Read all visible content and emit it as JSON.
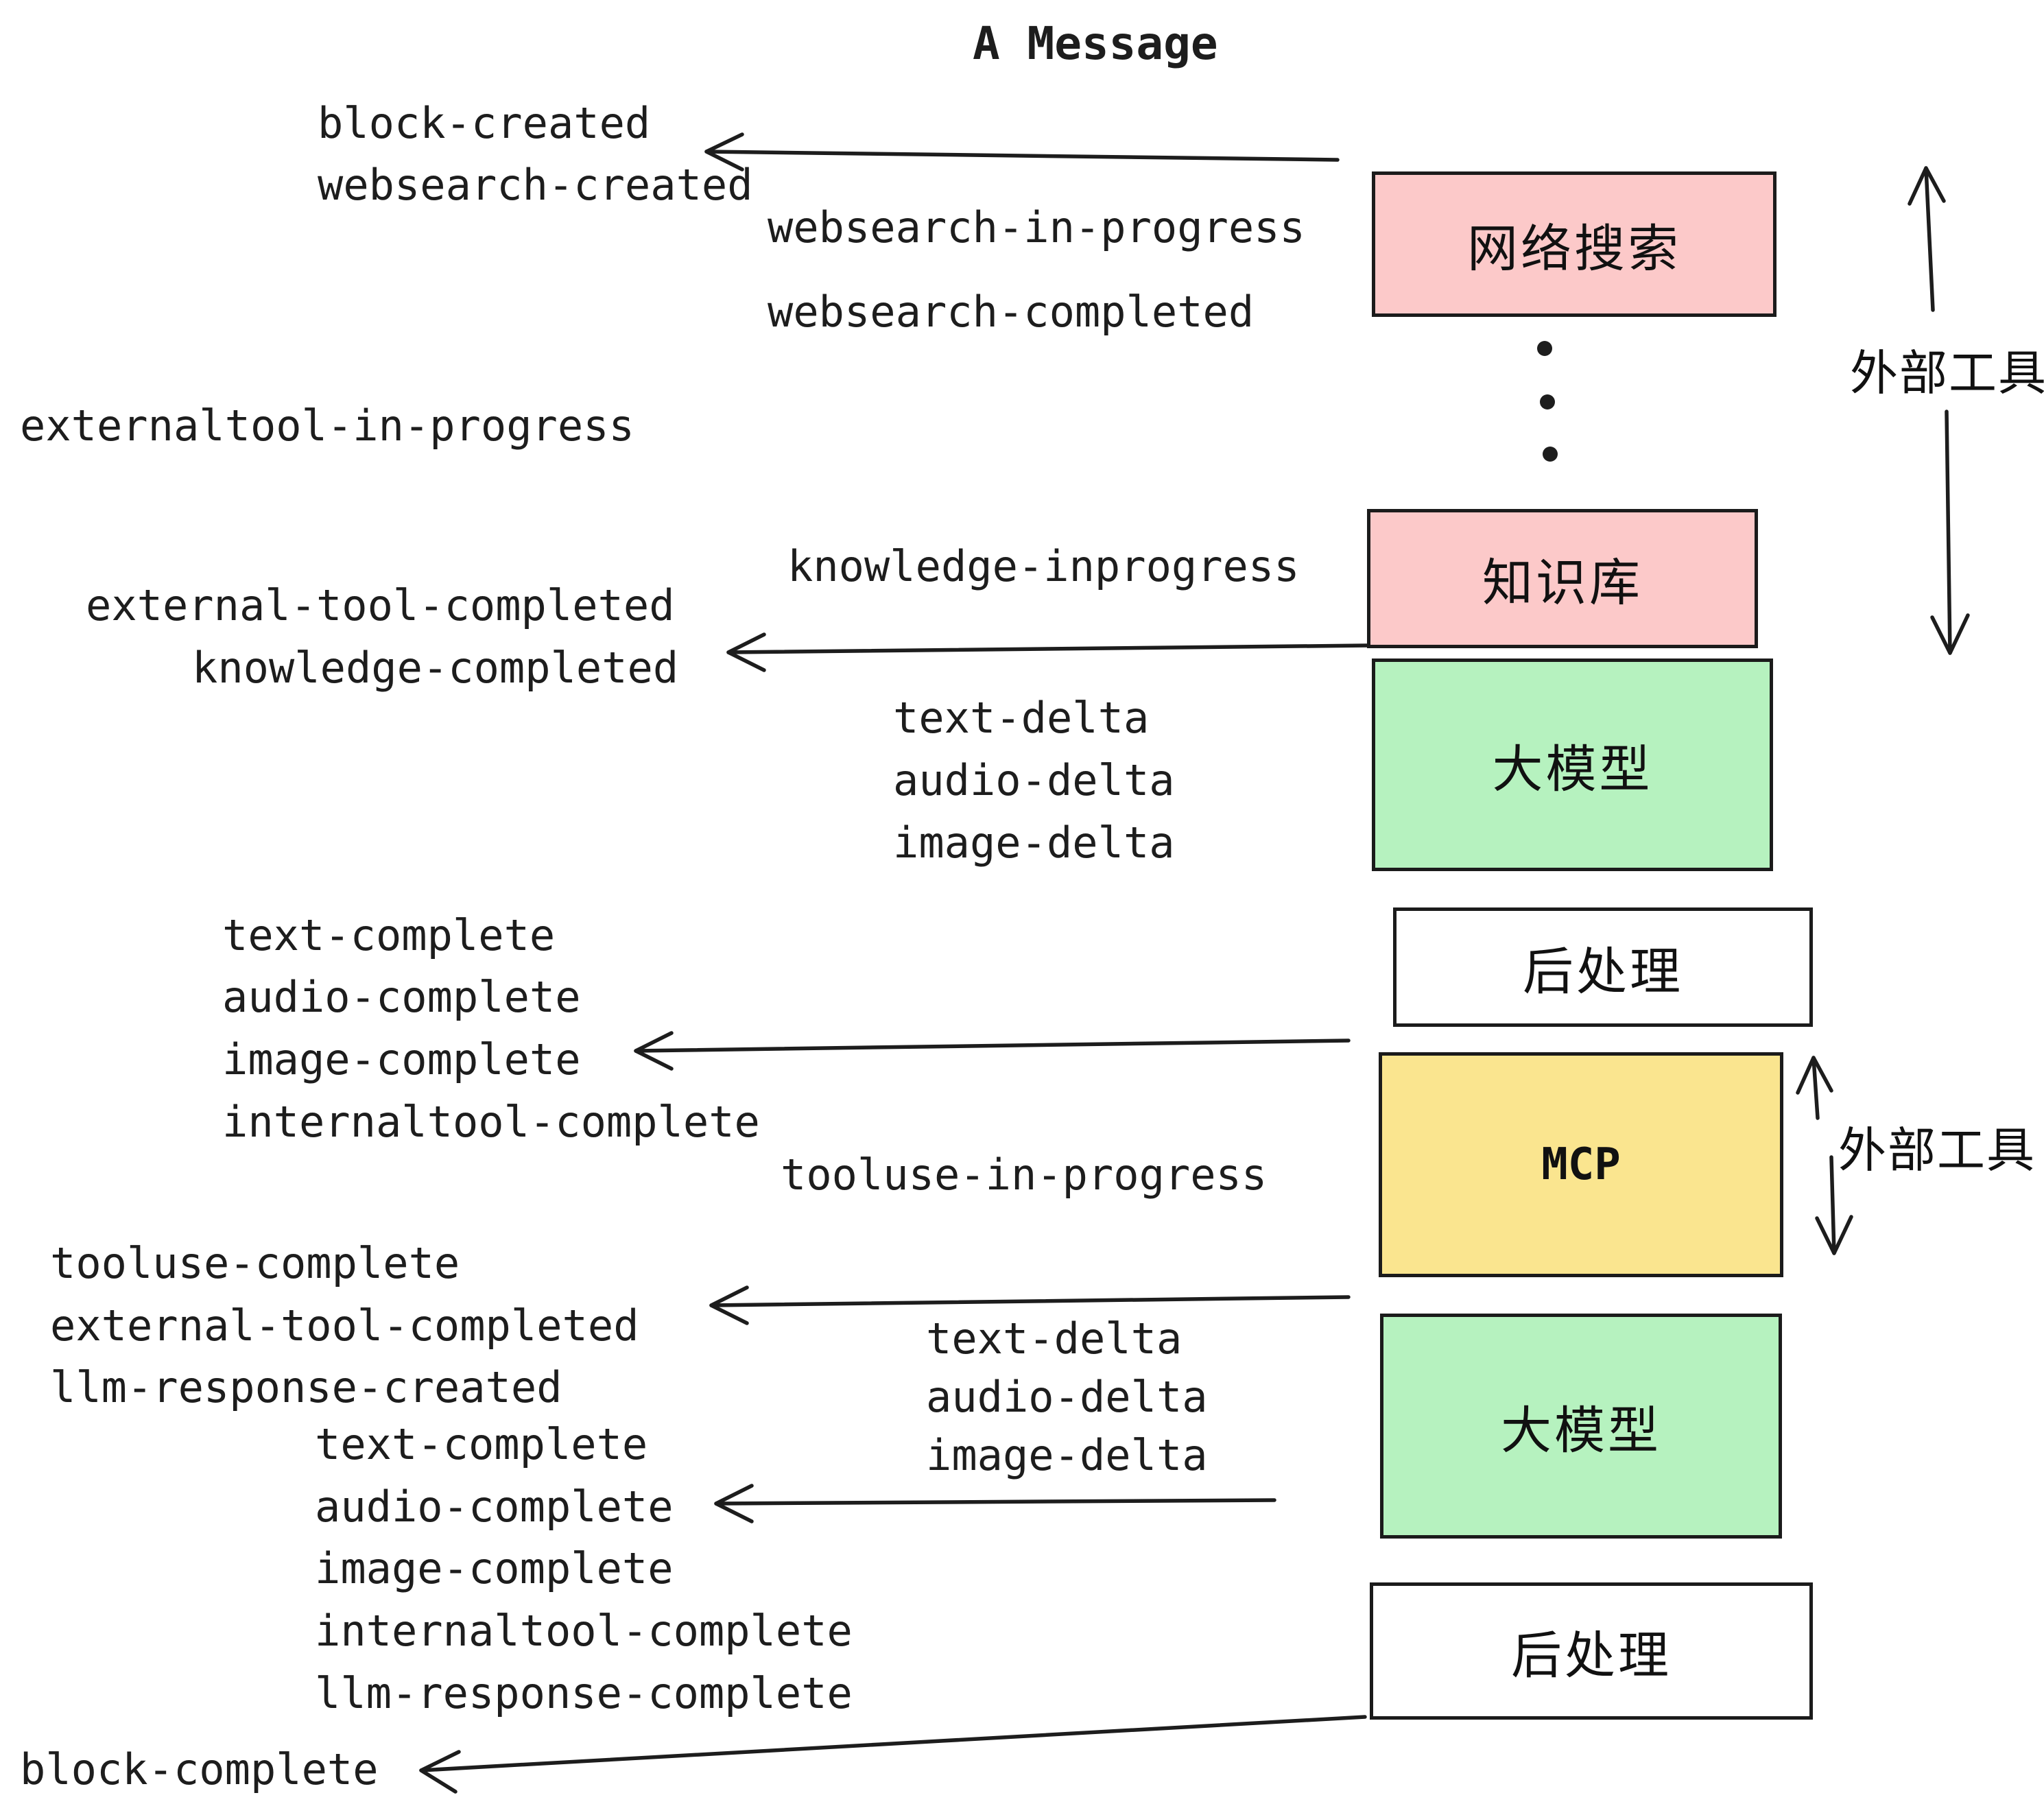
{
  "title": "A Message",
  "colors": {
    "background": "#FFFFFF",
    "ink": "#1D1D1D",
    "box_border": "#1B1B1B",
    "pink": "#FCC9C9",
    "green": "#B6F2BF",
    "yellow": "#FAE58F",
    "white": "#FFFFFF"
  },
  "boxes": [
    {
      "id": "websearch",
      "label": "网络搜索",
      "color": "pink"
    },
    {
      "id": "knowledge",
      "label": "知识库",
      "color": "pink"
    },
    {
      "id": "llm-1",
      "label": "大模型",
      "color": "green"
    },
    {
      "id": "postprocess-1",
      "label": "后处理",
      "color": "white"
    },
    {
      "id": "mcp",
      "label": "MCP",
      "color": "yellow"
    },
    {
      "id": "llm-2",
      "label": "大模型",
      "color": "green"
    },
    {
      "id": "postprocess-2",
      "label": "后处理",
      "color": "white"
    }
  ],
  "side_labels": [
    {
      "text": "外部工具"
    },
    {
      "text": "外部工具"
    }
  ],
  "events": [
    {
      "text": "block-created"
    },
    {
      "text": "websearch-created"
    },
    {
      "text": "websearch-in-progress"
    },
    {
      "text": "websearch-completed"
    },
    {
      "text": "externaltool-in-progress"
    },
    {
      "text": "knowledge-inprogress"
    },
    {
      "text": "external-tool-completed"
    },
    {
      "text": "knowledge-completed"
    },
    {
      "text": "text-delta"
    },
    {
      "text": "audio-delta"
    },
    {
      "text": "image-delta"
    },
    {
      "text": "text-complete"
    },
    {
      "text": "audio-complete"
    },
    {
      "text": "image-complete"
    },
    {
      "text": "internaltool-complete"
    },
    {
      "text": "tooluse-in-progress"
    },
    {
      "text": "tooluse-complete"
    },
    {
      "text": "external-tool-completed"
    },
    {
      "text": "llm-response-created"
    },
    {
      "text": "text-delta"
    },
    {
      "text": "audio-delta"
    },
    {
      "text": "image-delta"
    },
    {
      "text": "text-complete"
    },
    {
      "text": "audio-complete"
    },
    {
      "text": "image-complete"
    },
    {
      "text": "internaltool-complete"
    },
    {
      "text": "llm-response-complete"
    },
    {
      "text": "block-complete"
    }
  ]
}
